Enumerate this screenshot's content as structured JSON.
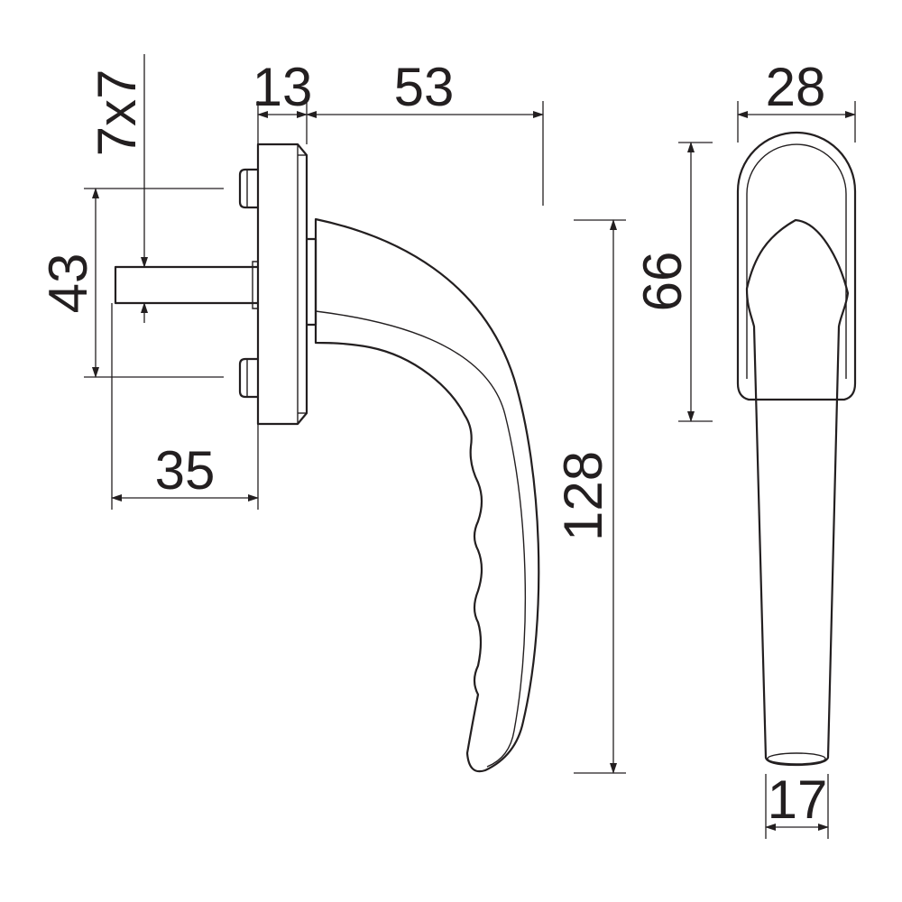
{
  "dimensions": {
    "square_spindle": "7x7",
    "rose_thickness": "13",
    "handle_projection": "53",
    "screw_spacing": "43",
    "spindle_length": "35",
    "handle_length": "128",
    "rose_height": "66",
    "rose_width": "28",
    "grip_width": "17"
  },
  "colors": {
    "line": "#231f20",
    "background": "#ffffff"
  }
}
